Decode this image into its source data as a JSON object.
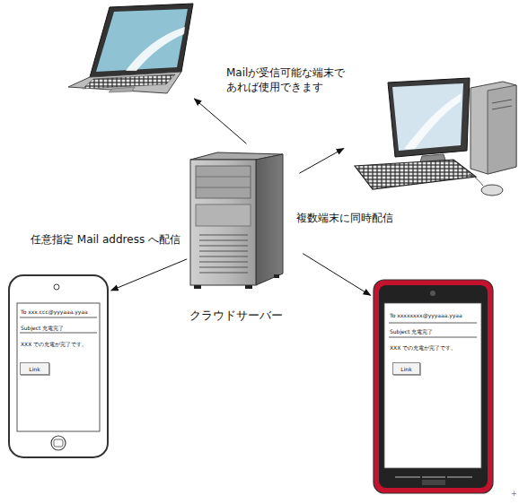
{
  "diagram": {
    "nodes": [
      {
        "text": []
      },
      {
        "text": []
      },
      {
        "text": [
          "クラウドサーバー"
        ]
      },
      {
        "text": [
          "To xxx.ccc@yyyaaa.yyaa",
          "Subject 充電完了",
          "XXX での充電が完了です。"
        ]
      },
      {
        "text": [
          "Link"
        ],
        "in": 3
      },
      {
        "text": [
          "To xxxxxxxx@yyyaaa.yyaa",
          "Subject 充電完了",
          "XXX での充電が完了です。"
        ]
      },
      {
        "text": [
          "Link"
        ],
        "in": 5
      }
    ],
    "edges": [
      {
        "from": 2,
        "to": 0,
        "arrow": "to",
        "label": "Mailが受信可能な端末で あれば使用できます"
      },
      {
        "from": 2,
        "to": 1,
        "arrow": "to",
        "label": "複数端末に同時配信"
      },
      {
        "from": 2,
        "to": 3,
        "arrow": "to",
        "label": "任意指定 Mail address へ配信"
      },
      {
        "from": 2,
        "to": 5,
        "arrow": "to"
      }
    ],
    "labels": [
      "+"
    ]
  }
}
